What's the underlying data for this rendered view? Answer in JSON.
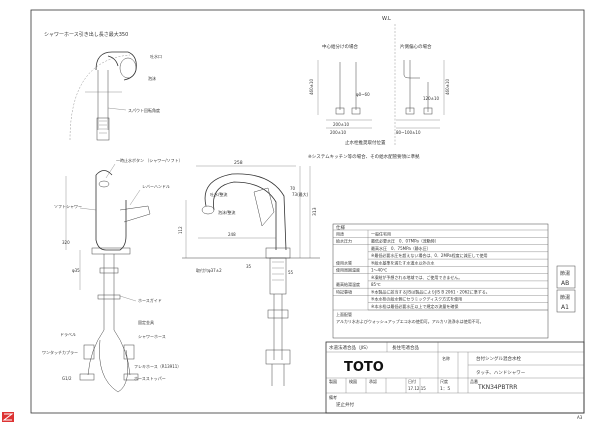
{
  "top_left_note": "シャワーホース引き出し長さ最大350",
  "wl_label": "W.L",
  "mount_center_label": "中心給分けの場合",
  "mount_offset_label": "片側偏心の場合",
  "mount_caption": "止水栓推奨取付位置",
  "system_kitchen_note": "※システムキッチン等の場合、その給水配管要領に準拠",
  "callouts": {
    "shower_head_lift": "スパウト回転角度",
    "switch_button": "一時止水ボタン\n（シャワー/ソフト）",
    "lever": "レバーハンドル",
    "soft_shower": "ソフトシャワー",
    "hose_guide": "ホースガイド",
    "dovel": "ドラベル",
    "flexible_hose": "フレキホース（R13911）",
    "hose_stopper": "ホースストッパー",
    "fixing_plate": "固定金具",
    "shower_hose": "シャワーホース",
    "connecting_plug": "ワンタッチカプラー",
    "g_thread": "G1/2"
  },
  "dims": {
    "d258": "258",
    "d70": "70",
    "d248": "248",
    "d313": "313",
    "d112": "112",
    "d55": "55",
    "d35": "35"
  },
  "spec_table": {
    "title": "仕様",
    "rows": [
      {
        "label": "用途",
        "value": "一般住宅用"
      },
      {
        "label": "給水圧力",
        "value": "最低必要水圧　0．07MPa（流動時）"
      },
      {
        "label": "",
        "value": "最高水圧　0．75MPa（静水圧）"
      },
      {
        "label": "",
        "value": "※最低必要水圧を超えない場合は、0．2MPa程度に減圧して使用"
      },
      {
        "label": "使用水質",
        "value": "※給水基準を満たす水道水以外の水"
      },
      {
        "label": "使用周囲温度",
        "value": "1～40℃"
      },
      {
        "label": "",
        "value": "※凍結が予想される地域では、ご使用できません。"
      },
      {
        "label": "最高給湯温度",
        "value": "85℃"
      },
      {
        "label": "特記事項",
        "value": "※本製品に該当するJISは製品によりJIS B 2061・2062に準ずる。"
      },
      {
        "label": "",
        "value": "※本水栓の給水側にセラミックディスク方式を使用"
      },
      {
        "label": "",
        "value": "※本水栓は最低必要水圧以上で規定の流量を確保"
      }
    ],
    "footer_label": "上面配管",
    "footer_note": "アルカリ水およびウォッシュアップエコ水の使用可。アルカリ洗浄水は使用不可。"
  },
  "badges": [
    {
      "top": "節湯",
      "bottom": "AB"
    },
    {
      "top": "節湯",
      "bottom": "A1"
    }
  ],
  "title_block": {
    "jis_label": "水道法適合品（JIS）",
    "eco_label": "長住宅適合品",
    "brand": "TOTO",
    "product_name_label": "名称",
    "product_name": "台付シングル混合水栓",
    "subname": "タッチ、ハンドシャワー",
    "date_label": "日付",
    "date": "17.12.15",
    "scale_label": "尺度",
    "scale": "1：5",
    "drawer_label": "製図",
    "checker_label": "検図",
    "approver_label": "承認",
    "model_label": "品番",
    "model": "TKN34PBTRR",
    "remark_label": "備考",
    "remark": "逆止弁付",
    "sheet_size": "A3"
  }
}
